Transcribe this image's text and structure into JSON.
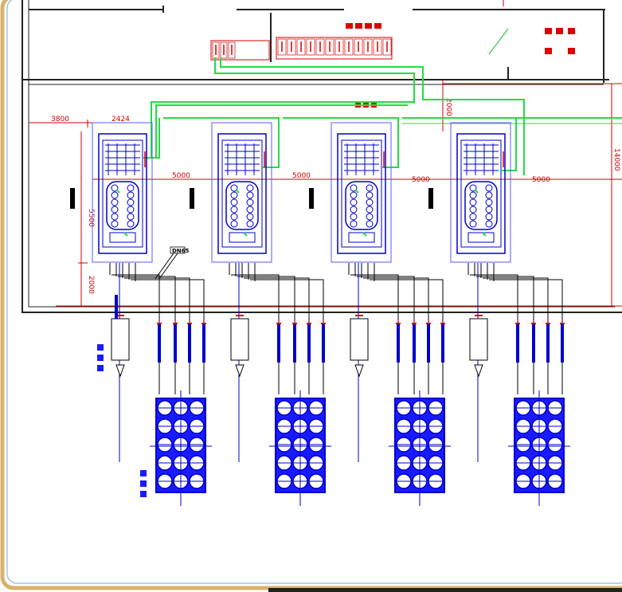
{
  "dimensions": {
    "d3800": "3800",
    "d2424": "2424",
    "d5000_a": "5000",
    "d5000_b": "5000",
    "d5000_c": "5000",
    "d5000_d": "5000",
    "d5500": "5500",
    "d2000_side": "2000",
    "d2000_top": "2000",
    "d14000": "14000"
  },
  "labels": {
    "cable_tag": "DN65"
  },
  "colors": {
    "wall": "#222222",
    "dimension": "#d40000",
    "equipment": "#0000cc",
    "cable": "#22dd44",
    "frame_gold": "#d9b26a",
    "frame_blue": "#9fc4e8"
  }
}
